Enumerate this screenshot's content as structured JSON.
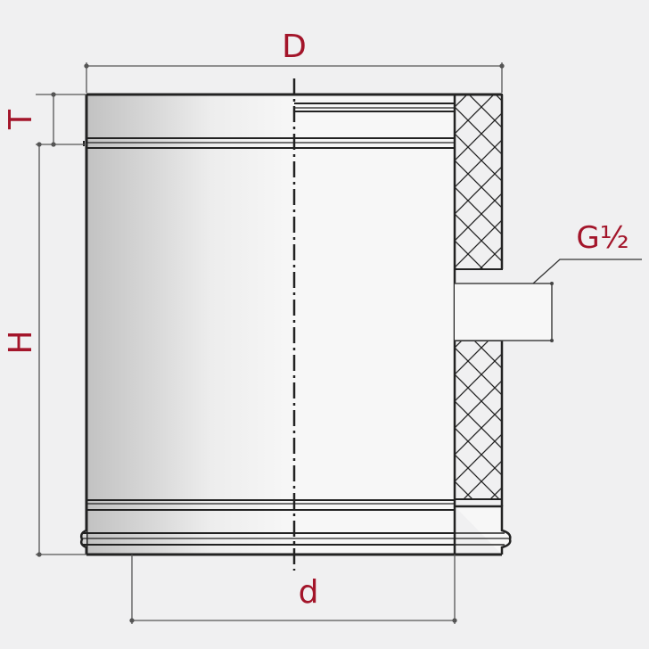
{
  "labels": {
    "D": "D",
    "d": "d",
    "T": "T",
    "H": "H",
    "thread": "G½"
  },
  "colors": {
    "background": "#f0f0f1",
    "label": "#a3152a",
    "line": "#222222",
    "dim_line": "#555555",
    "metal_dark": "#c4c4c4",
    "metal_light": "#f6f6f6",
    "insulation": "#f6f6f6"
  }
}
